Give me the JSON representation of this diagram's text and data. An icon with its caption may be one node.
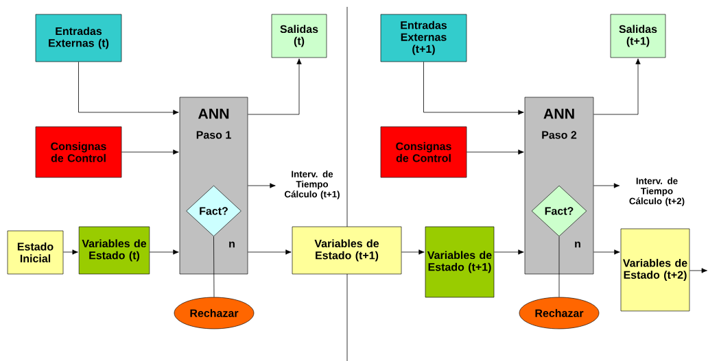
{
  "diagram": {
    "nodes": [
      {
        "text": [
          "Entradas Externas (t)"
        ]
      },
      {
        "text": [
          "Salidas (t)"
        ]
      },
      {
        "text": [
          "Consignas de Control"
        ]
      },
      {
        "text": [
          "ANN",
          "Paso 1"
        ]
      },
      {
        "text": [
          "Fact?"
        ],
        "in": 3
      },
      {
        "text": [
          "Interv. de Tiempo Cálculo (t+1)"
        ]
      },
      {
        "text": [
          "Estado Inicial"
        ]
      },
      {
        "text": [
          "Variables de Estado (t)"
        ]
      },
      {
        "text": [
          "Rechazar"
        ]
      },
      {
        "text": [
          "Variables de Estado (t+1)"
        ]
      },
      {
        "text": [
          "Entradas Externas (t+1)"
        ]
      },
      {
        "text": [
          "Salidas (t+1)"
        ]
      },
      {
        "text": [
          "Consignas de Control"
        ]
      },
      {
        "text": [
          "ANN",
          "Paso 2"
        ]
      },
      {
        "text": [
          "Fact?"
        ],
        "in": 13
      },
      {
        "text": [
          "Interv. de Tiempo Cálculo (t+2)"
        ]
      },
      {
        "text": [
          "Variables de Estado (t+1)"
        ]
      },
      {
        "text": [
          "Rechazar"
        ]
      },
      {
        "text": [
          "Variables de Estado (t+2)"
        ]
      }
    ],
    "edges": [
      {
        "from": 0,
        "to": 3,
        "arrow": "to"
      },
      {
        "from": 2,
        "to": 3,
        "arrow": "to"
      },
      {
        "from": 3,
        "to": 1,
        "arrow": "to"
      },
      {
        "from": 3,
        "to": 5,
        "arrow": "to"
      },
      {
        "from": 6,
        "to": 7,
        "arrow": "to"
      },
      {
        "from": 7,
        "to": 3,
        "arrow": "to"
      },
      {
        "from": 4,
        "to": 8,
        "arrow": "none",
        "label": "n"
      },
      {
        "from": 3,
        "to": 9,
        "arrow": "to"
      },
      {
        "from": 9,
        "to": 16,
        "arrow": "to"
      },
      {
        "from": 10,
        "to": 13,
        "arrow": "to"
      },
      {
        "from": 12,
        "to": 13,
        "arrow": "to"
      },
      {
        "from": 13,
        "to": 11,
        "arrow": "to"
      },
      {
        "from": 13,
        "to": 15,
        "arrow": "to"
      },
      {
        "from": 16,
        "to": 13,
        "arrow": "to"
      },
      {
        "from": 14,
        "to": 17,
        "arrow": "none",
        "label": "n"
      },
      {
        "from": 13,
        "to": 18,
        "arrow": "to"
      },
      {
        "from": 18,
        "to": null,
        "arrow": "to"
      }
    ]
  }
}
